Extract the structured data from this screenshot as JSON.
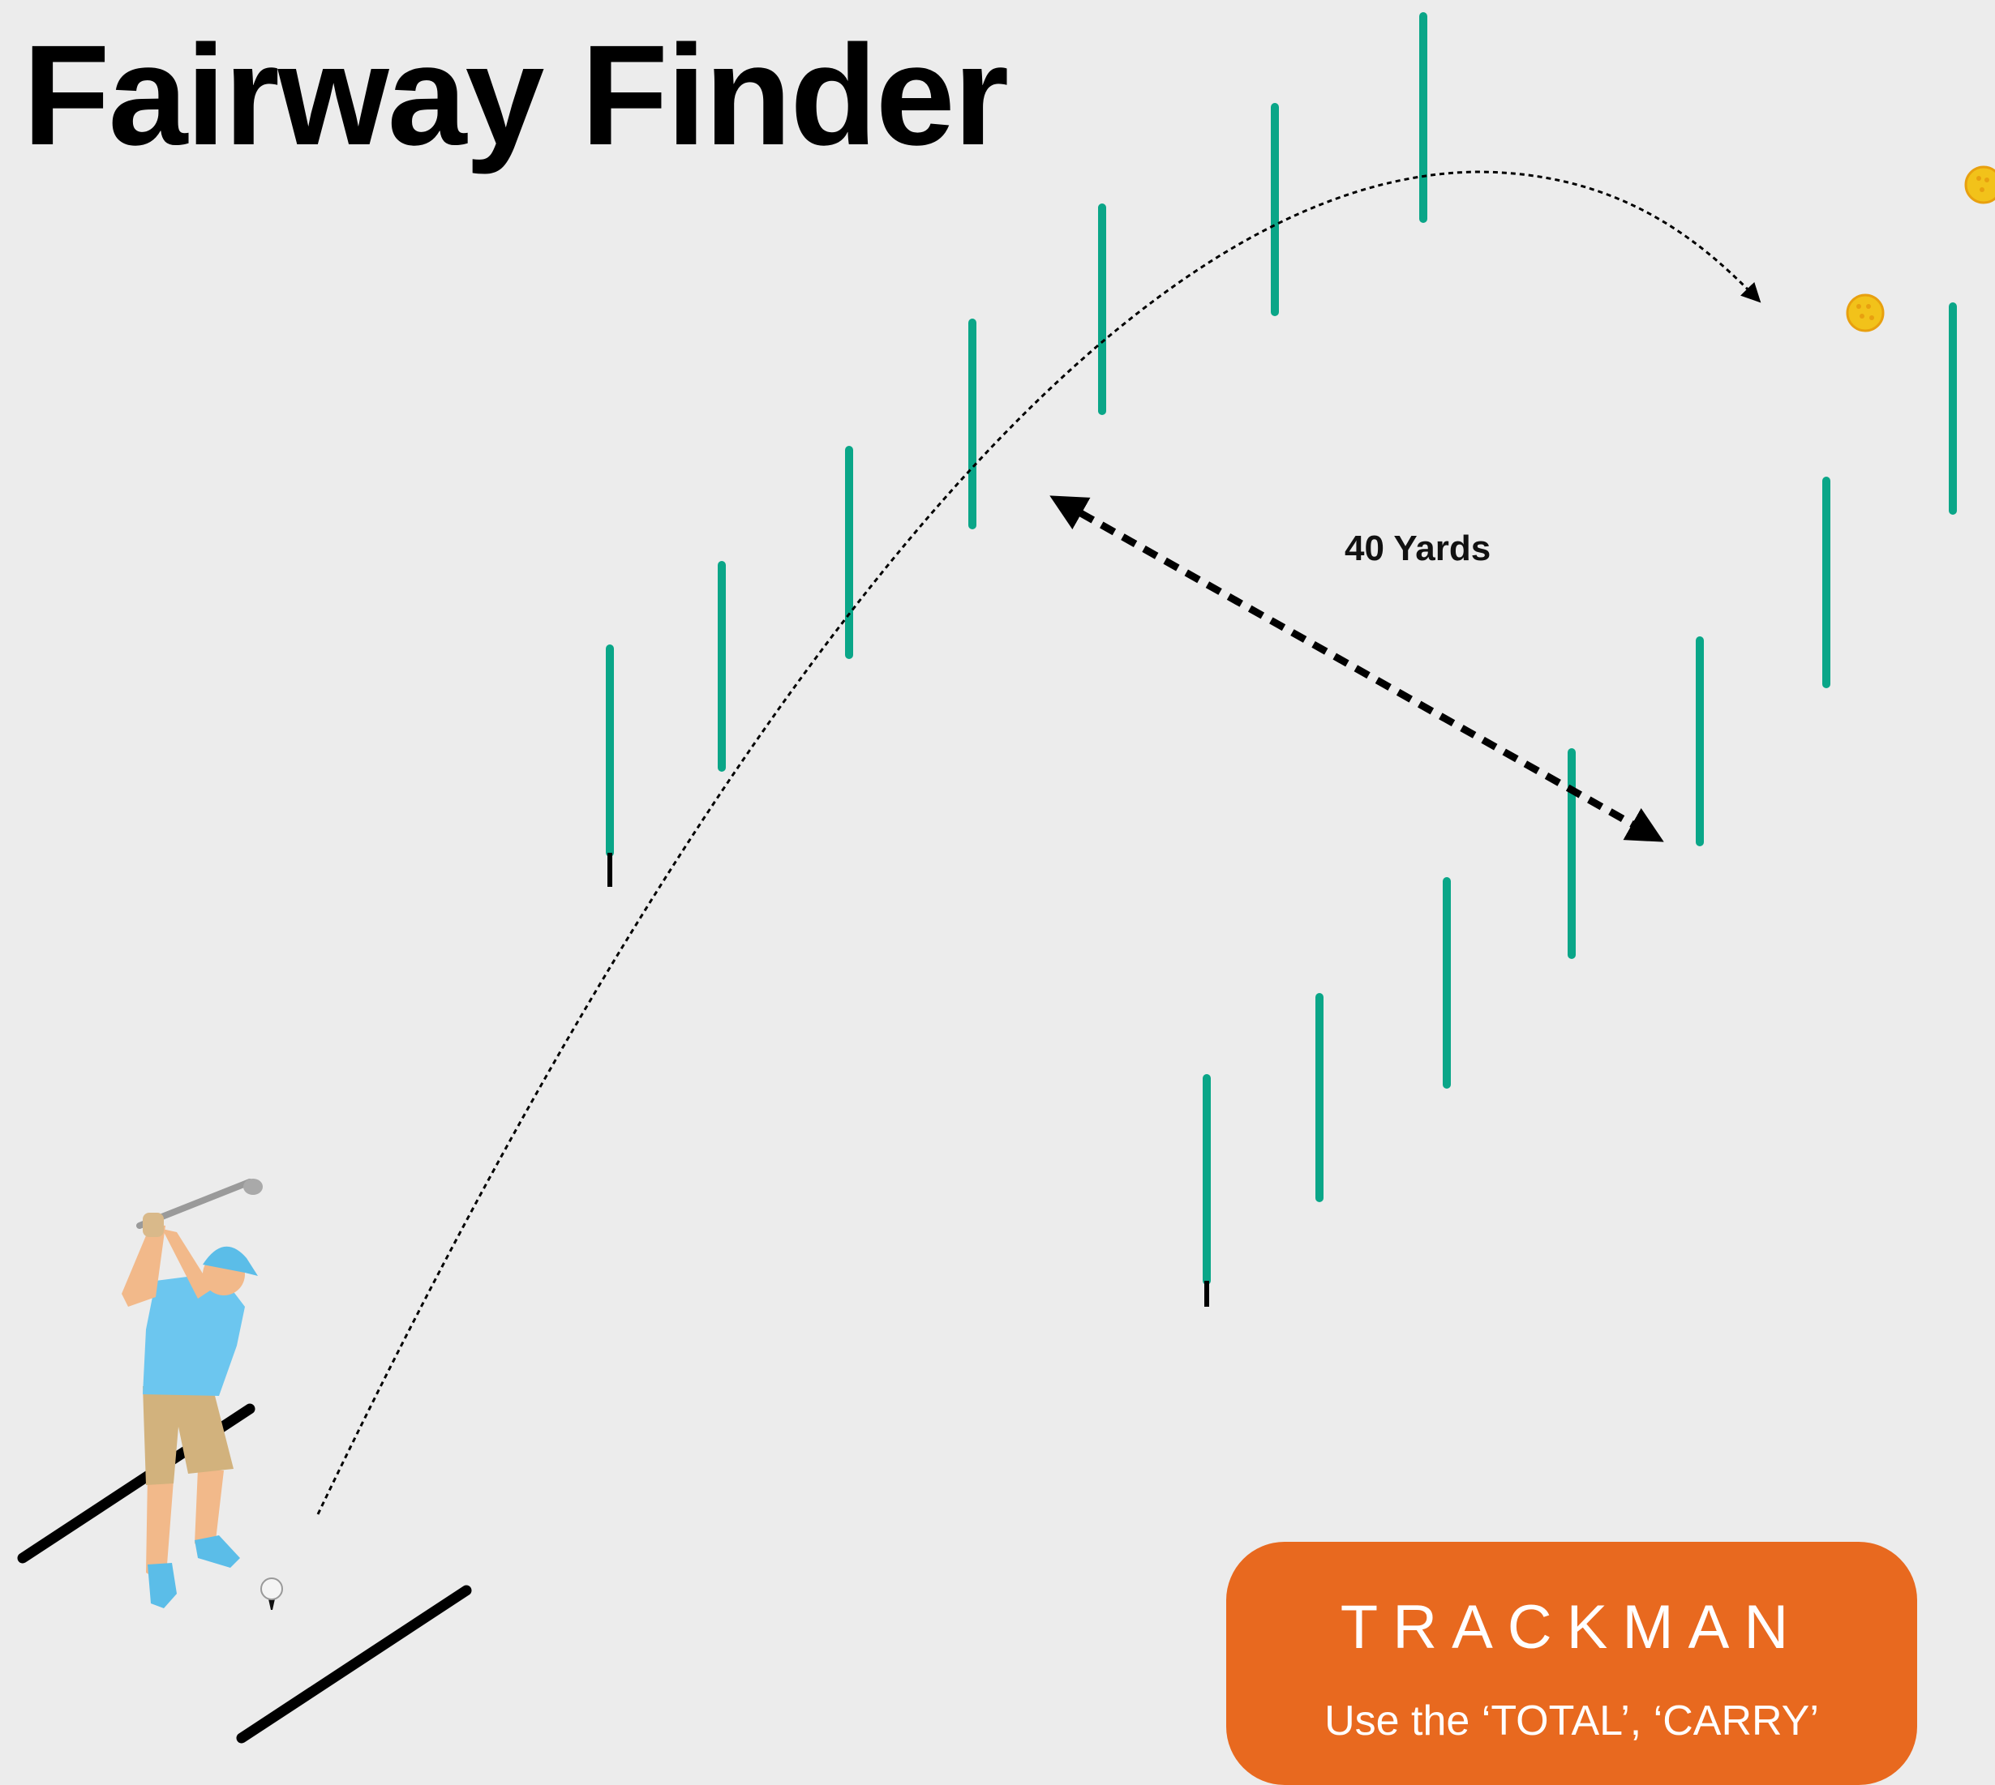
{
  "title": "Fairway Finder",
  "distance_label": "40 Yards",
  "brand": {
    "name": "TRACKMAN",
    "caption": "Use the ‘TOTAL’, ‘CARRY’"
  },
  "colors": {
    "background": "#ececec",
    "marker_pole": "#0aa688",
    "brand_card": "#e8691f",
    "text": "#000000",
    "golf_ball": "#f2c21a"
  },
  "icons": [
    "golfer-icon",
    "tee-ball-icon",
    "golf-ball-icon"
  ]
}
